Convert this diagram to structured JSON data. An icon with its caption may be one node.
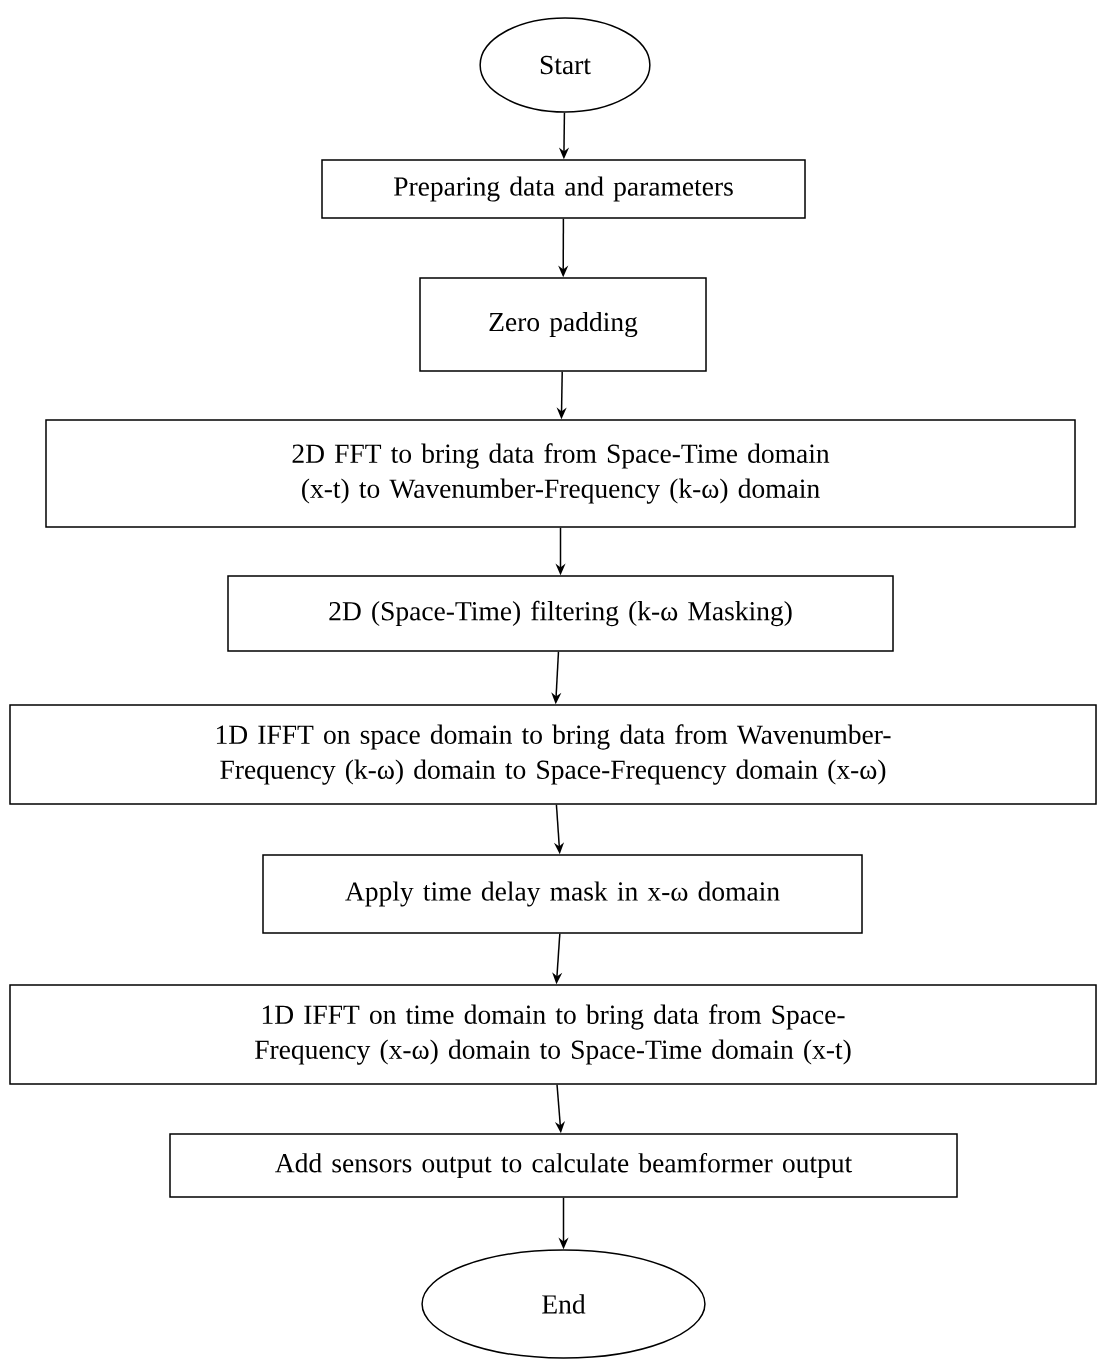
{
  "diagram": {
    "nodes": [
      {
        "text": [
          "Start"
        ]
      },
      {
        "text": [
          "Preparing data and parameters"
        ]
      },
      {
        "text": [
          "Zero padding"
        ]
      },
      {
        "text": [
          "2D FFT to bring data from Space-Time domain (x-t) to Wavenumber-Frequency (k-ω) domain"
        ]
      },
      {
        "text": [
          "2D (Space-Time) filtering (k-ω Masking)"
        ]
      },
      {
        "text": [
          "1D IFFT on space domain to bring data from Wavenumber-Frequency (k-ω) domain to Space-Frequency domain (x-ω)"
        ]
      },
      {
        "text": [
          "Apply time delay mask in x-ω domain"
        ]
      },
      {
        "text": [
          "1D IFFT on time domain to bring data from Space-Frequency (x-ω) domain to Space-Time domain (x-t)"
        ]
      },
      {
        "text": [
          "Add sensors output to calculate beamformer output"
        ]
      },
      {
        "text": [
          "End"
        ]
      }
    ],
    "edges": [
      {
        "from": 0,
        "to": 1,
        "arrow": "to"
      },
      {
        "from": 1,
        "to": 2,
        "arrow": "to"
      },
      {
        "from": 2,
        "to": 3,
        "arrow": "to"
      },
      {
        "from": 3,
        "to": 4,
        "arrow": "to"
      },
      {
        "from": 4,
        "to": 5,
        "arrow": "to"
      },
      {
        "from": 5,
        "to": 6,
        "arrow": "to"
      },
      {
        "from": 6,
        "to": 7,
        "arrow": "to"
      },
      {
        "from": 7,
        "to": 8,
        "arrow": "to"
      },
      {
        "from": 8,
        "to": 9,
        "arrow": "to"
      }
    ]
  }
}
